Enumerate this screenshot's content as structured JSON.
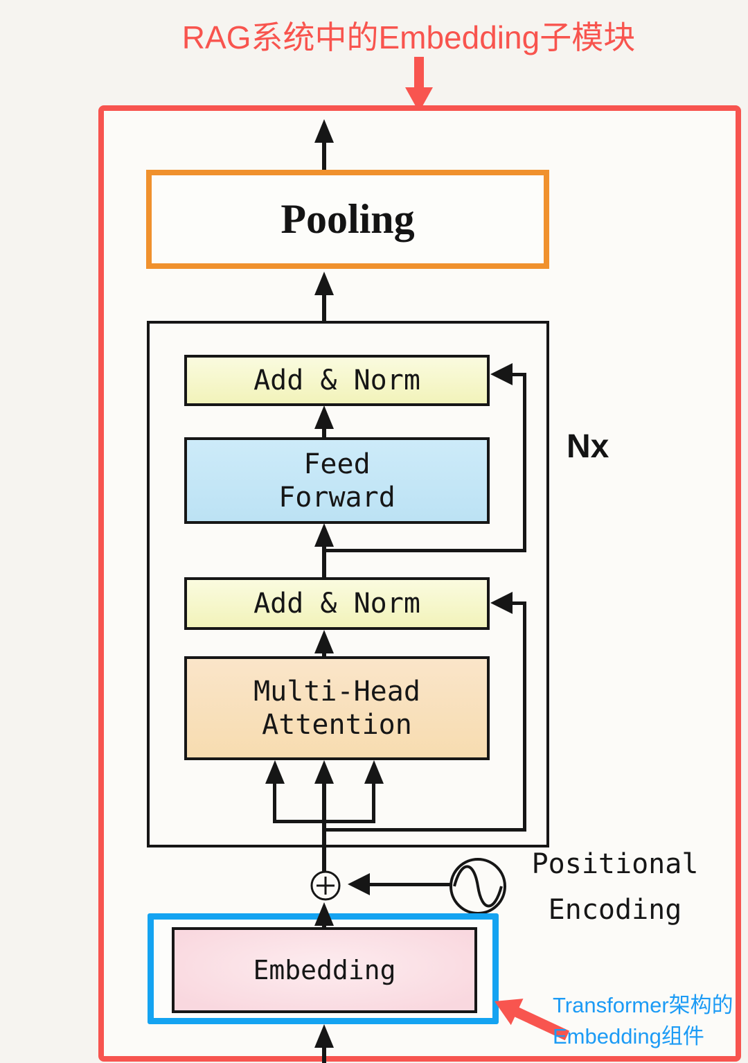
{
  "annotations": {
    "title": "RAG系统中的Embedding子模块",
    "embedding_note": "Transformer架构的\nEmbedding组件"
  },
  "diagram": {
    "pooling_label": "Pooling",
    "encoder": {
      "add_norm_top_label": "Add & Norm",
      "feed_forward_label": "Feed\nForward",
      "add_norm_bottom_label": "Add & Norm",
      "attention_label": "Multi-Head\nAttention",
      "repeat_label": "Nx"
    },
    "positional_encoding_label": "Positional\nEncoding",
    "embedding_label": "Embedding",
    "icons": {
      "plus_circle": "add-operator",
      "sine_wave": "positional-encoding-signal"
    }
  },
  "colors": {
    "annotation_red": "#f8554f",
    "pooling_border_orange": "#f0912d",
    "add_norm_yellow": "#f4f5bf",
    "feed_forward_blue": "#c2e6f6",
    "attention_peach": "#f8dfb8",
    "embedding_pink": "#fbdce2",
    "embedding_border_blue": "#14a3f1",
    "note_text_blue": "#1c9bf5",
    "line_black": "#161616",
    "canvas_background": "#f6f4f0"
  }
}
